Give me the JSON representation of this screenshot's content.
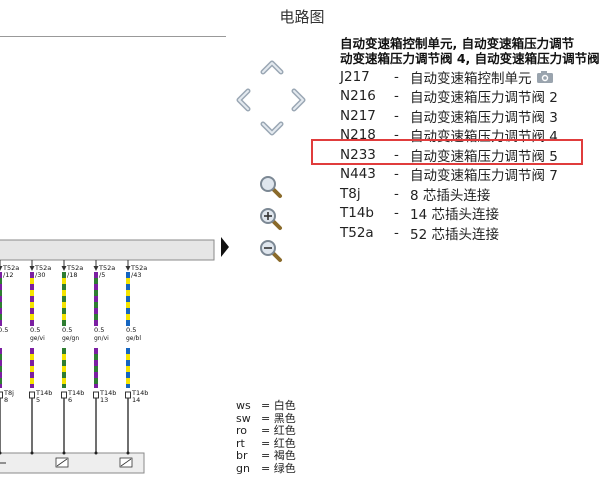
{
  "page": {
    "title": "电路图"
  },
  "components": {
    "heading": [
      "自动变速箱控制单元, 自动变速箱压力调节",
      "动变速箱压力调节阀 4, 自动变速箱压力调节阀"
    ],
    "items": [
      {
        "code": "J217",
        "dash": "-",
        "desc": "自动变速箱控制单元"
      },
      {
        "code": "N216",
        "dash": "-",
        "desc": "自动变速箱压力调节阀 2"
      },
      {
        "code": "N217",
        "dash": "-",
        "desc": "自动变速箱压力调节阀 3"
      },
      {
        "code": "N218",
        "dash": "-",
        "desc": "自动变速箱压力调节阀 4"
      },
      {
        "code": "N233",
        "dash": "-",
        "desc": "自动变速箱压力调节阀 5"
      },
      {
        "code": "N443",
        "dash": "-",
        "desc": "自动变速箱压力调节阀 7"
      },
      {
        "code": "T8j",
        "dash": "-",
        "desc": "8 芯插头连接"
      },
      {
        "code": "T14b",
        "dash": "-",
        "desc": "14 芯插头连接"
      },
      {
        "code": "T52a",
        "dash": "-",
        "desc": "52 芯插头连接"
      }
    ]
  },
  "highlight": {
    "color": "#e03c3c",
    "item": "N233"
  },
  "legend": [
    {
      "code": "ws",
      "eq": "=",
      "name": "白色"
    },
    {
      "code": "sw",
      "eq": "=",
      "name": "黑色"
    },
    {
      "code": "ro",
      "eq": "=",
      "name": "红色"
    },
    {
      "code": "rt",
      "eq": "=",
      "name": "红色"
    },
    {
      "code": "br",
      "eq": "=",
      "name": "褐色"
    },
    {
      "code": "gn",
      "eq": "=",
      "name": "绿色"
    }
  ],
  "diagram": {
    "wires": [
      {
        "connector": "T52a",
        "pin": "/12",
        "gauge": "0.5",
        "color": "",
        "colors": [
          "#2e7d32",
          "#7b1fa2"
        ],
        "plug": "T8j",
        "plug_pin": "8"
      },
      {
        "connector": "T52a",
        "pin": "/30",
        "gauge": "0.5",
        "color": "ge/vi",
        "colors": [
          "#f5e400",
          "#7b1fa2"
        ],
        "plug": "T14b",
        "plug_pin": "5"
      },
      {
        "connector": "T52a",
        "pin": "/18",
        "gauge": "0.5",
        "color": "ge/gn",
        "colors": [
          "#f5e400",
          "#2e7d32"
        ],
        "plug": "T14b",
        "plug_pin": "6"
      },
      {
        "connector": "T52a",
        "pin": "/5",
        "gauge": "0.5",
        "color": "gn/vi",
        "colors": [
          "#2e7d32",
          "#7b1fa2"
        ],
        "plug": "T14b",
        "plug_pin": "13"
      },
      {
        "connector": "T52a",
        "pin": "/43",
        "gauge": "0.5",
        "color": "ge/bl",
        "colors": [
          "#f5e400",
          "#1565c0"
        ],
        "plug": "T14b",
        "plug_pin": "14"
      }
    ]
  },
  "nav": {
    "icons": [
      "arrow-up-icon",
      "arrow-left-icon",
      "arrow-right-icon",
      "arrow-down-icon",
      "magnifier-icon",
      "zoom-in-icon",
      "zoom-out-icon"
    ]
  }
}
